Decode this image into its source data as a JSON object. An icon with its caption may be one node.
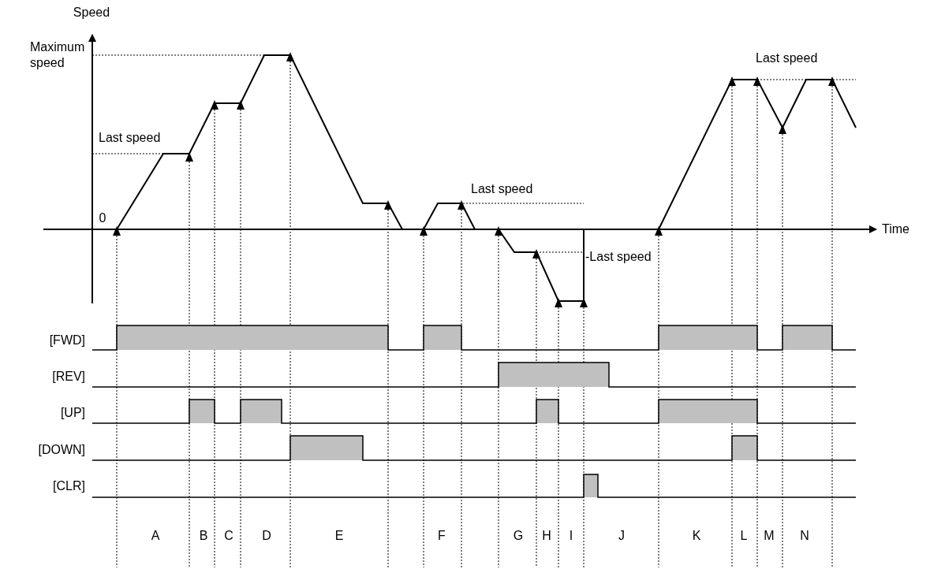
{
  "diagram": {
    "labels": [
      "Speed",
      "Maximum speed",
      "Last speed",
      "Last speed",
      "Last speed",
      "0",
      "Time",
      "-Last speed",
      "[FWD]",
      "[REV]",
      "[UP]",
      "[DOWN]",
      "[CLR]",
      "A",
      "B",
      "C",
      "D",
      "E",
      "F",
      "G",
      "H",
      "I",
      "J",
      "K",
      "L",
      "M",
      "N"
    ]
  }
}
